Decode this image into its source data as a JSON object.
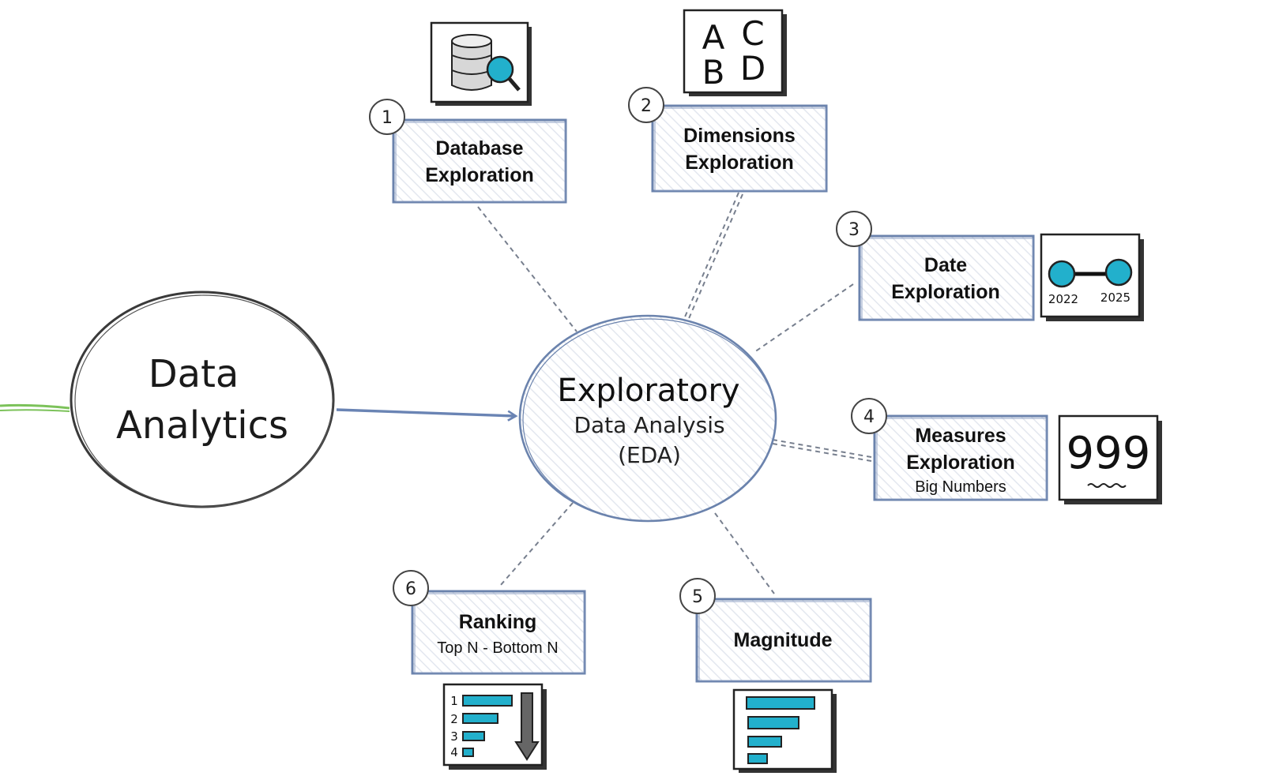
{
  "source_node": {
    "line1": "Data",
    "line2": "Analytics"
  },
  "center_node": {
    "title": "Exploratory",
    "subtitle": "Data Analysis",
    "abbr": "(EDA)"
  },
  "steps": [
    {
      "number": "1",
      "line1": "Database",
      "line2": "Exploration",
      "sub": "",
      "icon": "database-search-icon"
    },
    {
      "number": "2",
      "line1": "Dimensions",
      "line2": "Exploration",
      "sub": "",
      "icon": "abcd-letters-icon"
    },
    {
      "number": "3",
      "line1": "Date",
      "line2": "Exploration",
      "sub": "",
      "icon": "date-range-icon",
      "icon_labels": [
        "2022",
        "2025"
      ]
    },
    {
      "number": "4",
      "line1": "Measures",
      "line2": "Exploration",
      "sub": "Big Numbers",
      "icon": "big-number-icon",
      "icon_text": "999"
    },
    {
      "number": "5",
      "line1": "Magnitude",
      "line2": "",
      "sub": "",
      "icon": "horizontal-bars-icon"
    },
    {
      "number": "6",
      "line1": "Ranking",
      "line2": "",
      "sub": "Top N - Bottom N",
      "icon": "ranked-bars-icon",
      "icon_labels": [
        "1",
        "2",
        "3",
        "4"
      ]
    }
  ],
  "letters_icon": {
    "letters": [
      "A",
      "C",
      "B",
      "D"
    ]
  },
  "colors": {
    "outline": "#6b83ad",
    "hatch": "#e2e6ef",
    "accent": "#22b0cc",
    "arrow": "#6a84b4",
    "green_line": "#7cc25a",
    "dark": "#222222"
  }
}
